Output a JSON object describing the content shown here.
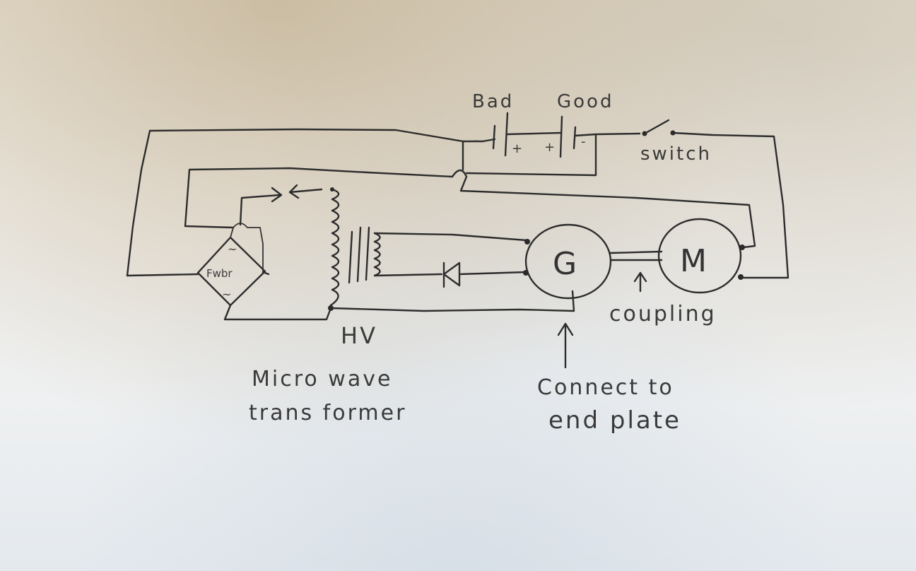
{
  "labels": {
    "bad_battery": "Bad",
    "good_battery": "Good",
    "switch": "switch",
    "bridge": "Fwbr",
    "bridge_ac_top": "~",
    "bridge_ac_bottom": "~",
    "plus_bad": "+",
    "minus_bad": "-",
    "plus_good": "+",
    "minus_good": "-",
    "generator": "G",
    "motor": "M",
    "hv": "HV",
    "transformer_line1": "Micro wave",
    "transformer_line2": "trans former",
    "connect_line1": "Connect to",
    "connect_line2": "end plate",
    "coupling": "coupling"
  }
}
